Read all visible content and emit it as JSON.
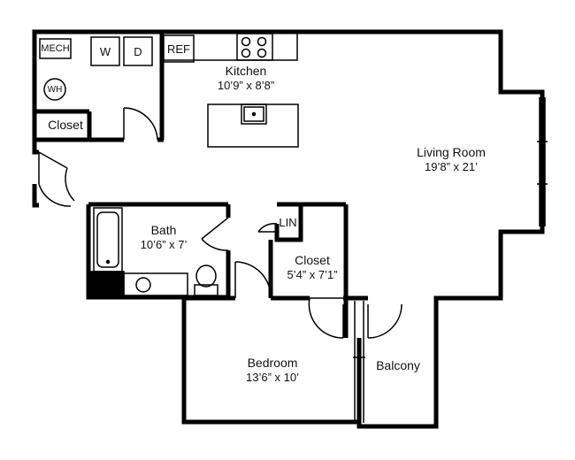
{
  "rooms": {
    "kitchen": {
      "name": "Kitchen",
      "dims": "10’9” x 8’8”"
    },
    "living_room": {
      "name": "Living Room",
      "dims": "19’8” x 21’"
    },
    "bath": {
      "name": "Bath",
      "dims": "10’6” x 7’"
    },
    "closet_hall": {
      "name": "Closet"
    },
    "closet_bed": {
      "name": "Closet",
      "dims": "5’4” x 7’1”"
    },
    "bedroom": {
      "name": "Bedroom",
      "dims": "13’6” x 10’"
    },
    "balcony": {
      "name": "Balcony"
    }
  },
  "fixtures": {
    "mech": "MECH",
    "washer": "W",
    "dryer": "D",
    "refrigerator": "REF",
    "water_heater": "WH",
    "linen": "LIN"
  }
}
